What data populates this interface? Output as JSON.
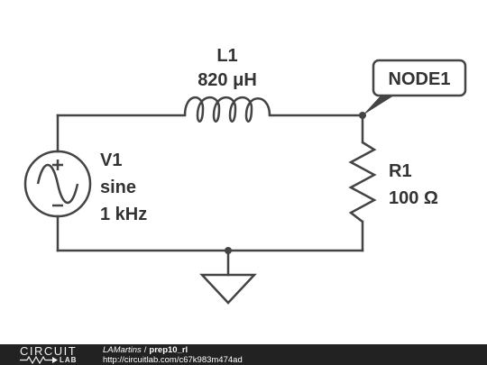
{
  "schematic": {
    "inductor": {
      "ref": "L1",
      "value": "820 μH"
    },
    "source": {
      "ref": "V1",
      "type": "sine",
      "frequency": "1 kHz"
    },
    "resistor": {
      "ref": "R1",
      "value": "100 Ω"
    },
    "node_label": "NODE1"
  },
  "footer": {
    "logo_top": "CIRCUIT",
    "logo_bottom": "LAB",
    "author": "LAMartins",
    "separator": "/",
    "project": "prep10_rl",
    "url": "http://circuitlab.com/c67k983m474ad"
  }
}
